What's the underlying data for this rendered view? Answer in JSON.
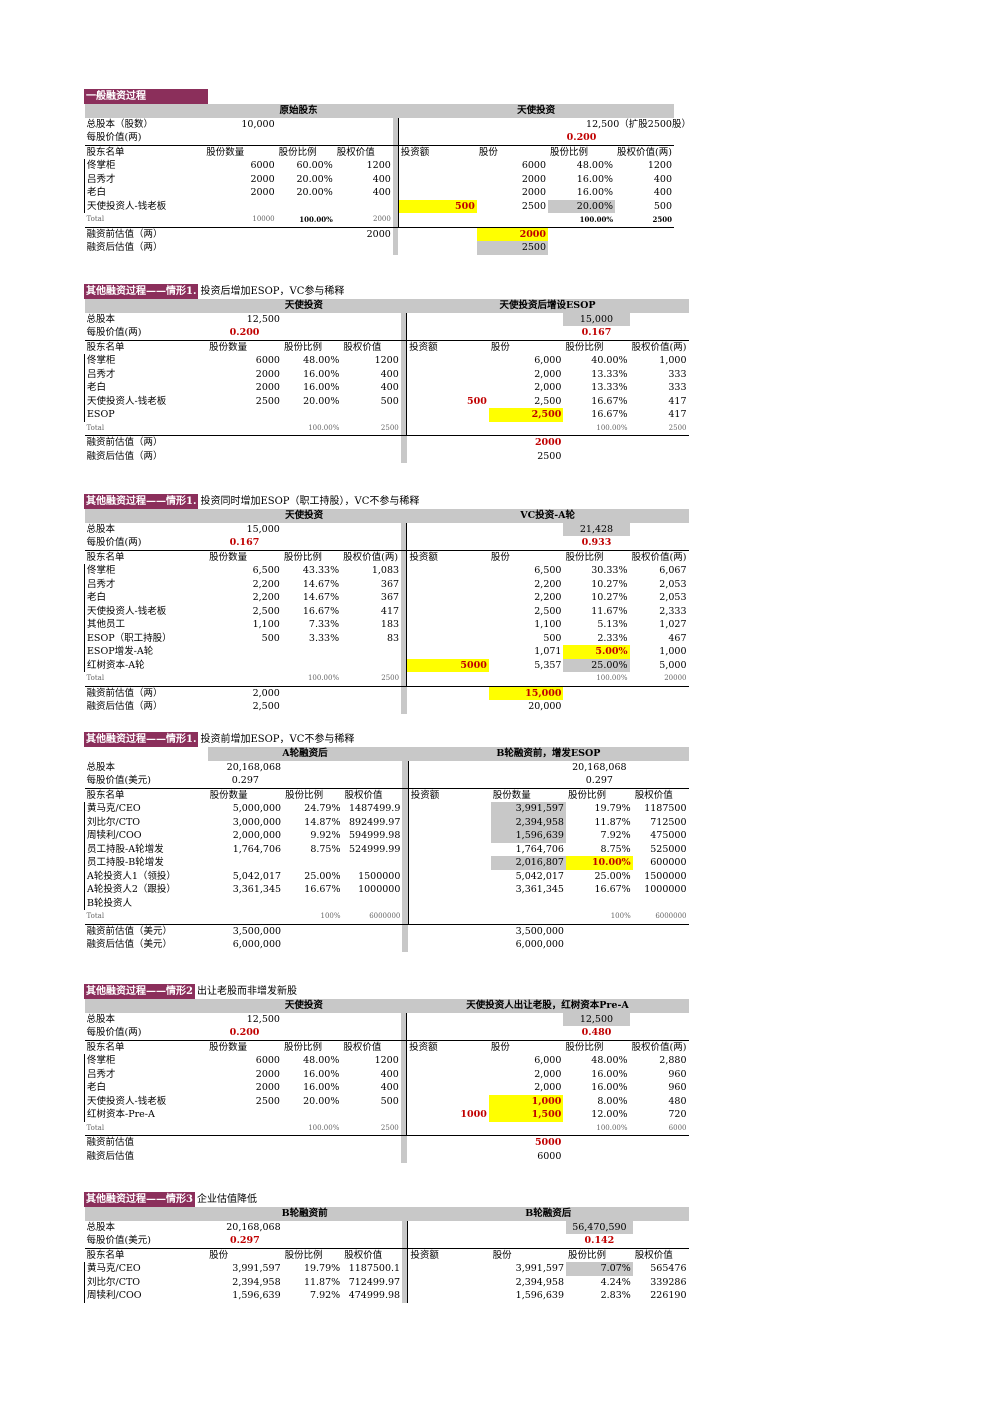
{
  "sections": [
    {
      "title": "一般融资过程",
      "note": "",
      "titleFull": true,
      "leftHeader": "原始股东",
      "rightHeader": "天使投资",
      "leftHeaderStyle": "gry",
      "shares": {
        "label": "总股本（股数）",
        "left": "10,000",
        "right": "12,500（扩股2500股）",
        "rightAlign": "left",
        "rightStyle": ""
      },
      "price": {
        "label": "每股价值(两)",
        "left": "",
        "right": "0.200"
      },
      "cols": [
        "股东名单",
        "股份数量",
        "股份比例",
        "股权价值",
        "投资额",
        "股份",
        "股份比例",
        "股权价值(两)"
      ],
      "rows": [
        {
          "name": "佟掌柜",
          "a": "6000",
          "b": "60.00%",
          "c": "1200",
          "d": "",
          "e": "6000",
          "f": "48.00%",
          "g": "1200",
          "ds": "",
          "es": "",
          "fs": ""
        },
        {
          "name": "吕秀才",
          "a": "2000",
          "b": "20.00%",
          "c": "400",
          "d": "",
          "e": "2000",
          "f": "16.00%",
          "g": "400",
          "ds": "",
          "es": "",
          "fs": ""
        },
        {
          "name": "老白",
          "a": "2000",
          "b": "20.00%",
          "c": "400",
          "d": "",
          "e": "2000",
          "f": "16.00%",
          "g": "400",
          "ds": "",
          "es": "",
          "fs": ""
        },
        {
          "name": "天使投资人-钱老板",
          "a": "",
          "b": "",
          "c": "",
          "d": "500",
          "e": "2500",
          "f": "20.00%",
          "g": "500",
          "ds": "yel red",
          "es": "",
          "fs": "gry"
        }
      ],
      "total": {
        "label": "Total",
        "a": "10000",
        "b": "100.00%",
        "c": "2000",
        "f": "100.00%",
        "g": "2500",
        "bold": true
      },
      "pre": {
        "label": "融资前估值（两）",
        "left": "",
        "leftC": "2000",
        "right": "2000",
        "rightStyle": "yel red"
      },
      "post": {
        "label": "融资后估值（两）",
        "left": "",
        "leftC": "",
        "right": "2500",
        "rightStyle": "gry"
      }
    },
    {
      "title": "其他融资过程——情形1.",
      "note": "投资后增加ESOP，VC参与稀释",
      "titleFull": false,
      "leftHeader": "天使投资",
      "rightHeader": "天使投资后增设ESOP",
      "leftHeaderStyle": "gry",
      "shares": {
        "label": "总股本",
        "left": "12,500",
        "right": "15,000",
        "rightAlign": "center",
        "rightStyle": "gry"
      },
      "price": {
        "label": "每股价值(两)",
        "left": "0.200",
        "right": "0.167"
      },
      "cols": [
        "股东名单",
        "股份数量",
        "股份比例",
        "股权价值",
        "投资额",
        "股份",
        "股份比例",
        "股权价值(两)"
      ],
      "rows": [
        {
          "name": "佟掌柜",
          "a": "6000",
          "b": "48.00%",
          "c": "1200",
          "d": "",
          "e": "6,000",
          "f": "40.00%",
          "g": "1,000",
          "ds": "",
          "es": "",
          "fs": ""
        },
        {
          "name": "吕秀才",
          "a": "2000",
          "b": "16.00%",
          "c": "400",
          "d": "",
          "e": "2,000",
          "f": "13.33%",
          "g": "333",
          "ds": "",
          "es": "",
          "fs": ""
        },
        {
          "name": "老白",
          "a": "2000",
          "b": "16.00%",
          "c": "400",
          "d": "",
          "e": "2,000",
          "f": "13.33%",
          "g": "333",
          "ds": "",
          "es": "",
          "fs": ""
        },
        {
          "name": "天使投资人-钱老板",
          "a": "2500",
          "b": "20.00%",
          "c": "500",
          "d": "500",
          "e": "2,500",
          "f": "16.67%",
          "g": "417",
          "ds": "red",
          "es": "",
          "fs": ""
        },
        {
          "name": "ESOP",
          "a": "",
          "b": "",
          "c": "",
          "d": "",
          "e": "2,500",
          "f": "16.67%",
          "g": "417",
          "ds": "",
          "es": "yel red",
          "fs": ""
        }
      ],
      "total": {
        "label": "Total",
        "a": "",
        "b": "100.00%",
        "c": "2500",
        "f": "100.00%",
        "g": "2500",
        "bold": false
      },
      "pre": {
        "label": "融资前估值（两）",
        "left": "",
        "leftC": "",
        "right": "2000",
        "rightStyle": "red"
      },
      "post": {
        "label": "融资后估值（两）",
        "left": "",
        "leftC": "",
        "right": "2500",
        "rightStyle": ""
      }
    },
    {
      "title": "其他融资过程——情形1.",
      "note": "投资同时增加ESOP（职工持股），VC不参与稀释",
      "titleFull": false,
      "leftHeader": "天使投资",
      "rightHeader": "VC投资-A轮",
      "leftHeaderStyle": "gry",
      "shares": {
        "label": "总股本",
        "left": "15,000",
        "right": "21,428",
        "rightAlign": "center",
        "rightStyle": "gry"
      },
      "price": {
        "label": "每股价值(两)",
        "left": "0.167",
        "right": "0.933"
      },
      "cols": [
        "股东名单",
        "股份数量",
        "股份比例",
        "股权价值(两)",
        "投资额",
        "股份",
        "股份比例",
        "股权价值(两)"
      ],
      "rows": [
        {
          "name": "佟掌柜",
          "a": "6,500",
          "b": "43.33%",
          "c": "1,083",
          "d": "",
          "e": "6,500",
          "f": "30.33%",
          "g": "6,067",
          "ds": "",
          "es": "",
          "fs": ""
        },
        {
          "name": "吕秀才",
          "a": "2,200",
          "b": "14.67%",
          "c": "367",
          "d": "",
          "e": "2,200",
          "f": "10.27%",
          "g": "2,053",
          "ds": "",
          "es": "",
          "fs": ""
        },
        {
          "name": "老白",
          "a": "2,200",
          "b": "14.67%",
          "c": "367",
          "d": "",
          "e": "2,200",
          "f": "10.27%",
          "g": "2,053",
          "ds": "",
          "es": "",
          "fs": ""
        },
        {
          "name": "天使投资人-钱老板",
          "a": "2,500",
          "b": "16.67%",
          "c": "417",
          "d": "",
          "e": "2,500",
          "f": "11.67%",
          "g": "2,333",
          "ds": "",
          "es": "",
          "fs": ""
        },
        {
          "name": "其他员工",
          "a": "1,100",
          "b": "7.33%",
          "c": "183",
          "d": "",
          "e": "1,100",
          "f": "5.13%",
          "g": "1,027",
          "ds": "",
          "es": "",
          "fs": ""
        },
        {
          "name": "ESOP（职工持股）",
          "a": "500",
          "b": "3.33%",
          "c": "83",
          "d": "",
          "e": "500",
          "f": "2.33%",
          "g": "467",
          "ds": "",
          "es": "",
          "fs": ""
        },
        {
          "name": "ESOP增发-A轮",
          "a": "",
          "b": "",
          "c": "",
          "d": "",
          "e": "1,071",
          "f": "5.00%",
          "g": "1,000",
          "ds": "",
          "es": "",
          "fs": "yel red"
        },
        {
          "name": "红树资本-A轮",
          "a": "",
          "b": "",
          "c": "",
          "d": "5000",
          "e": "5,357",
          "f": "25.00%",
          "g": "5,000",
          "ds": "yel red",
          "es": "",
          "fs": "gry"
        }
      ],
      "total": {
        "label": "Total",
        "a": "",
        "b": "100.00%",
        "c": "2500",
        "f": "100.00%",
        "g": "20000",
        "bold": false
      },
      "pre": {
        "label": "融资前估值（两）",
        "left": "2,000",
        "leftC": "",
        "right": "15,000",
        "rightStyle": "yel red"
      },
      "post": {
        "label": "融资后估值（两）",
        "left": "2,500",
        "leftC": "",
        "right": "20,000",
        "rightStyle": ""
      }
    },
    {
      "title": "其他融资过程——情形1.",
      "note": "投资前增加ESOP，VC不参与稀释",
      "titleFull": false,
      "leftHeader": "A轮融资后",
      "rightHeader": "B轮融资前，增发ESOP",
      "leftHeaderStyle": "lyel",
      "shares": {
        "label": "总股本",
        "left": "20,168,068",
        "right": "20,168,068",
        "rightAlign": "center",
        "rightStyle": ""
      },
      "price": {
        "label": "每股价值(美元)",
        "left": "0.297",
        "right": "0.297",
        "plain": true
      },
      "cols": [
        "股东名单",
        "股份数量",
        "股份比例",
        "股权价值",
        "投资额",
        "股份数量",
        "股份比例",
        "股权价值"
      ],
      "rows": [
        {
          "name": "黄马克/CEO",
          "a": "5,000,000",
          "b": "24.79%",
          "c": "1487499.9",
          "d": "",
          "e": "3,991,597",
          "f": "19.79%",
          "g": "1187500",
          "ds": "",
          "es": "gry",
          "fs": ""
        },
        {
          "name": "刘比尔/CTO",
          "a": "3,000,000",
          "b": "14.87%",
          "c": "892499.97",
          "d": "",
          "e": "2,394,958",
          "f": "11.87%",
          "g": "712500",
          "ds": "",
          "es": "gry",
          "fs": ""
        },
        {
          "name": "周犊利/COO",
          "a": "2,000,000",
          "b": "9.92%",
          "c": "594999.98",
          "d": "",
          "e": "1,596,639",
          "f": "7.92%",
          "g": "475000",
          "ds": "",
          "es": "gry",
          "fs": ""
        },
        {
          "name": "员工持股-A轮增发",
          "a": "1,764,706",
          "b": "8.75%",
          "c": "524999.99",
          "d": "",
          "e": "1,764,706",
          "f": "8.75%",
          "g": "525000",
          "ds": "",
          "es": "",
          "fs": ""
        },
        {
          "name": "员工持股-B轮增发",
          "a": "",
          "b": "",
          "c": "",
          "d": "",
          "e": "2,016,807",
          "f": "10.00%",
          "g": "600000",
          "ds": "",
          "es": "gry",
          "fs": "yel red"
        },
        {
          "name": "A轮投资人1（领投）",
          "a": "5,042,017",
          "b": "25.00%",
          "c": "1500000",
          "d": "",
          "e": "5,042,017",
          "f": "25.00%",
          "g": "1500000",
          "ds": "",
          "es": "",
          "fs": ""
        },
        {
          "name": "A轮投资人2（跟投）",
          "a": "3,361,345",
          "b": "16.67%",
          "c": "1000000",
          "d": "",
          "e": "3,361,345",
          "f": "16.67%",
          "g": "1000000",
          "ds": "",
          "es": "",
          "fs": ""
        },
        {
          "name": "B轮投资人",
          "a": "",
          "b": "",
          "c": "",
          "d": "",
          "e": "",
          "f": "",
          "g": "",
          "ds": "",
          "es": "",
          "fs": ""
        }
      ],
      "total": {
        "label": "Total",
        "a": "",
        "b": "100%",
        "c": "6000000",
        "f": "100%",
        "g": "6000000",
        "bold": false
      },
      "pre": {
        "label": "融资前估值（美元）",
        "left": "3,500,000",
        "leftC": "",
        "right": "3,500,000",
        "rightStyle": ""
      },
      "post": {
        "label": "融资后估值（美元）",
        "left": "6,000,000",
        "leftC": "",
        "right": "6,000,000",
        "rightStyle": ""
      }
    },
    {
      "title": "其他融资过程——情形2",
      "note": "出让老股而非增发新股",
      "titleFull": false,
      "leftHeader": "天使投资",
      "rightHeader": "天使投资人出让老股，红树资本Pre-A",
      "leftHeaderStyle": "gry",
      "shares": {
        "label": "总股本",
        "left": "12,500",
        "right": "12,500",
        "rightAlign": "center",
        "rightStyle": "gry"
      },
      "price": {
        "label": "每股价值(两)",
        "left": "0.200",
        "right": "0.480"
      },
      "cols": [
        "股东名单",
        "股份数量",
        "股份比例",
        "股权价值",
        "投资额",
        "股份",
        "股份比例",
        "股权价值(两)"
      ],
      "rows": [
        {
          "name": "佟掌柜",
          "a": "6000",
          "b": "48.00%",
          "c": "1200",
          "d": "",
          "e": "6,000",
          "f": "48.00%",
          "g": "2,880",
          "ds": "",
          "es": "",
          "fs": ""
        },
        {
          "name": "吕秀才",
          "a": "2000",
          "b": "16.00%",
          "c": "400",
          "d": "",
          "e": "2,000",
          "f": "16.00%",
          "g": "960",
          "ds": "",
          "es": "",
          "fs": ""
        },
        {
          "name": "老白",
          "a": "2000",
          "b": "16.00%",
          "c": "400",
          "d": "",
          "e": "2,000",
          "f": "16.00%",
          "g": "960",
          "ds": "",
          "es": "",
          "fs": ""
        },
        {
          "name": "天使投资人-钱老板",
          "a": "2500",
          "b": "20.00%",
          "c": "500",
          "d": "",
          "e": "1,000",
          "f": "8.00%",
          "g": "480",
          "ds": "",
          "es": "yel red",
          "fs": ""
        },
        {
          "name": "红树资本-Pre-A",
          "a": "",
          "b": "",
          "c": "",
          "d": "1000",
          "e": "1,500",
          "f": "12.00%",
          "g": "720",
          "ds": "red",
          "es": "yel red",
          "fs": ""
        }
      ],
      "total": {
        "label": "Total",
        "a": "",
        "b": "100.00%",
        "c": "2500",
        "f": "100.00%",
        "g": "6000",
        "bold": false
      },
      "pre": {
        "label": "融资前估值",
        "left": "",
        "leftC": "",
        "right": "5000",
        "rightStyle": "red"
      },
      "post": {
        "label": "融资后估值",
        "left": "",
        "leftC": "",
        "right": "6000",
        "rightStyle": ""
      }
    },
    {
      "title": "其他融资过程——情形3",
      "note": "企业估值降低",
      "titleFull": false,
      "leftHeader": "B轮融资前",
      "rightHeader": "B轮融资后",
      "leftHeaderStyle": "gry",
      "shares": {
        "label": "总股本",
        "left": "20,168,068",
        "right": "56,470,590",
        "rightAlign": "center",
        "rightStyle": "gry"
      },
      "price": {
        "label": "每股价值(美元)",
        "left": "0.297",
        "right": "0.142"
      },
      "cols": [
        "股东名单",
        "股份",
        "股份比例",
        "股权价值",
        "投资额",
        "股份",
        "股份比例",
        "股权价值"
      ],
      "rows": [
        {
          "name": "黄马克/CEO",
          "a": "3,991,597",
          "b": "19.79%",
          "c": "1187500.1",
          "d": "",
          "e": "3,991,597",
          "f": "7.07%",
          "g": "565476",
          "ds": "",
          "es": "",
          "fs": "gry"
        },
        {
          "name": "刘比尔/CTO",
          "a": "2,394,958",
          "b": "11.87%",
          "c": "712499.97",
          "d": "",
          "e": "2,394,958",
          "f": "4.24%",
          "g": "339286",
          "ds": "",
          "es": "",
          "fs": ""
        },
        {
          "name": "周犊利/COO",
          "a": "1,596,639",
          "b": "7.92%",
          "c": "474999.98",
          "d": "",
          "e": "1,596,639",
          "f": "2.83%",
          "g": "226190",
          "ds": "",
          "es": "",
          "fs": ""
        }
      ],
      "total": null,
      "pre": null,
      "post": null
    }
  ]
}
